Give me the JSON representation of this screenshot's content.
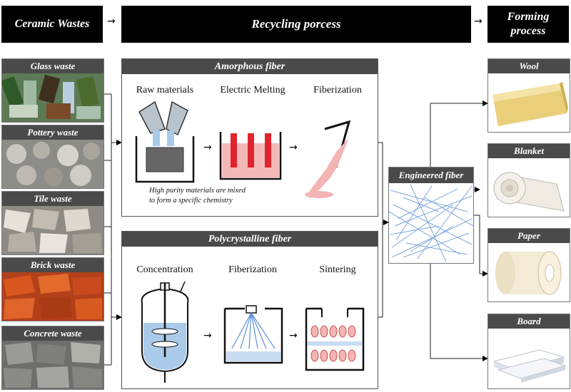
{
  "headers": {
    "ceramic_wastes": "Ceramic Wastes",
    "recycling_process": "Recycling porcess",
    "forming_process": "Forming process"
  },
  "wastes": [
    {
      "label": "Glass waste"
    },
    {
      "label": "Pottery waste"
    },
    {
      "label": "Tile waste"
    },
    {
      "label": "Brick waste"
    },
    {
      "label": "Concrete waste"
    }
  ],
  "amorphous": {
    "title": "Amorphous fiber",
    "steps": [
      "Raw materials",
      "Electric Melting",
      "Fiberization"
    ],
    "note_line1": "High purity materials are mixed",
    "note_line2": "to form a specific chemistry"
  },
  "polycrystalline": {
    "title": "Polycrystalline fiber",
    "steps": [
      "Concentration",
      "Fiberization",
      "Sintering"
    ]
  },
  "engineered_fiber": "Engineered fiber",
  "products": [
    {
      "label": "Wool"
    },
    {
      "label": "Blanket"
    },
    {
      "label": "Paper"
    },
    {
      "label": "Board"
    }
  ],
  "arrow_glyph": "→",
  "colors": {
    "header_bg": "#000000",
    "subtitle_bg": "#4a4a4a",
    "melt_red": "#e0242e",
    "liquid_blue": "#a9cbe9",
    "fiber_blue": "#5b8fd6"
  }
}
